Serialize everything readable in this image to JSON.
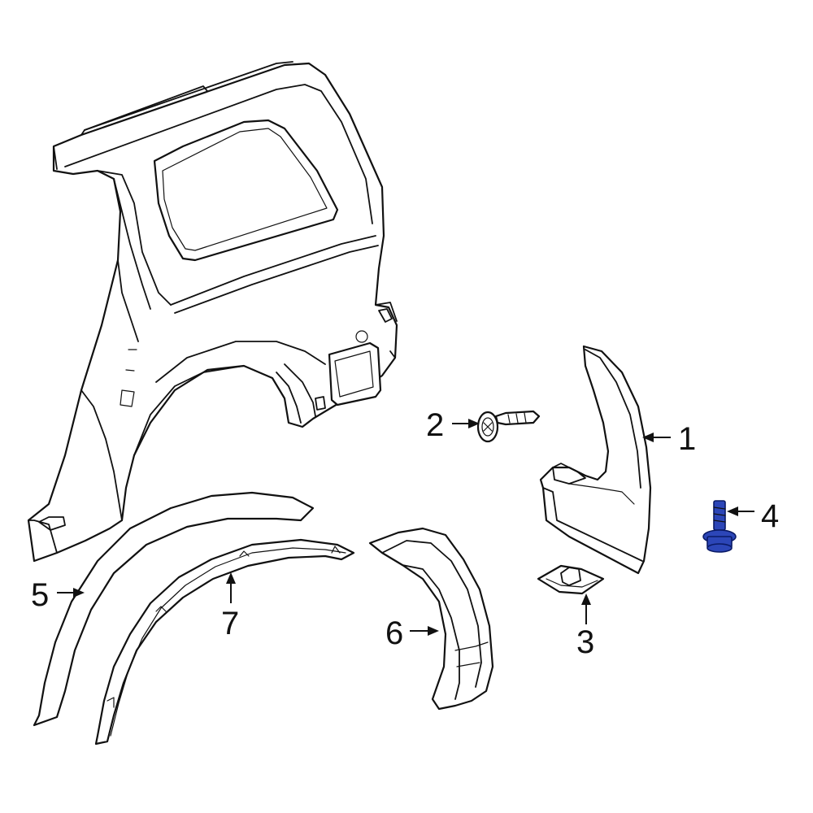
{
  "callouts": {
    "c1": "1",
    "c2": "2",
    "c3": "3",
    "c4": "4",
    "c5": "5",
    "c6": "6",
    "c7": "7"
  },
  "colors": {
    "highlight": "#2c46b8",
    "line": "#111111",
    "background": "#ffffff"
  },
  "highlighted_part": "4"
}
